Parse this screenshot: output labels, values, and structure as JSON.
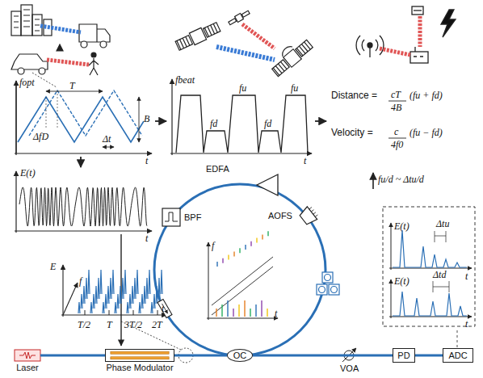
{
  "diagram": {
    "nodes": [
      {
        "text": [
          "Laser"
        ]
      },
      {
        "text": [
          "Phase Modulator"
        ]
      },
      {
        "text": [
          "OC"
        ]
      },
      {
        "text": [
          "PD"
        ]
      },
      {
        "text": [
          "ADC"
        ]
      }
    ],
    "edges": [
      {
        "from": 0,
        "to": 1,
        "arrow": "none"
      },
      {
        "from": 1,
        "to": 2,
        "arrow": "none"
      },
      {
        "from": 2,
        "to": 3,
        "arrow": "none"
      },
      {
        "from": 3,
        "to": 4,
        "arrow": "none"
      }
    ],
    "labels": [
      "fopt",
      "T",
      "B",
      "ΔfD",
      "Δt",
      "t",
      "E(t)",
      "t",
      "fbeat",
      "fd",
      "fu",
      "fd",
      "fu",
      "t",
      "Distance =",
      "cT",
      "4B",
      "(fu + fd)",
      "Velocity =",
      "c",
      "4f0",
      "(fu − fd)",
      "fu/d ~ Δtu/d",
      "E",
      "f",
      "t",
      "T/2",
      "T",
      "3T/2",
      "2T",
      "EDFA",
      "AOFS",
      "BPF",
      "VOA",
      "E(t)",
      "Δtu",
      "E(t)",
      "Δtd",
      "t",
      "t",
      "f",
      "t"
    ]
  }
}
